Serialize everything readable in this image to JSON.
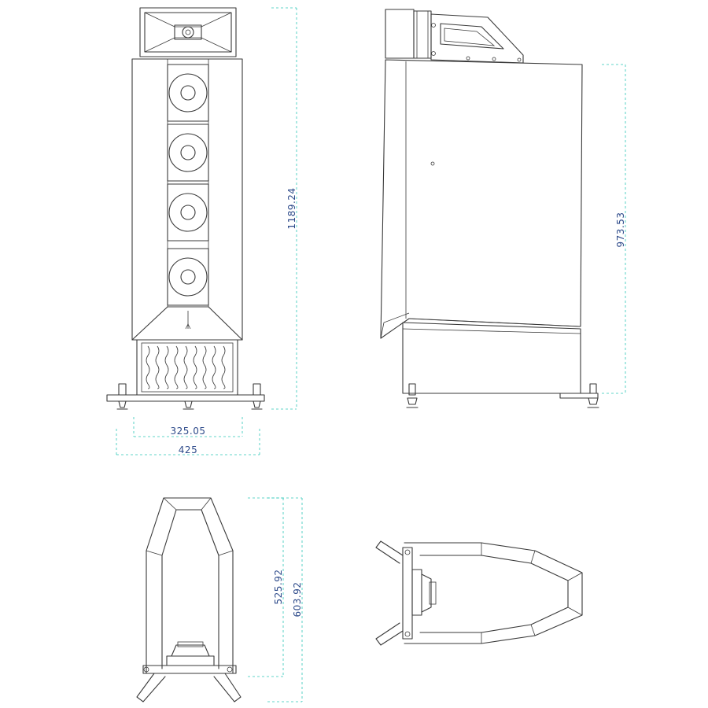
{
  "dimensions": {
    "front_height": "1189.24",
    "front_inner_width": "325.05",
    "front_outer_width": "425",
    "side_height": "973.53",
    "top_inner_depth": "525.92",
    "top_outer_depth": "603.92"
  }
}
